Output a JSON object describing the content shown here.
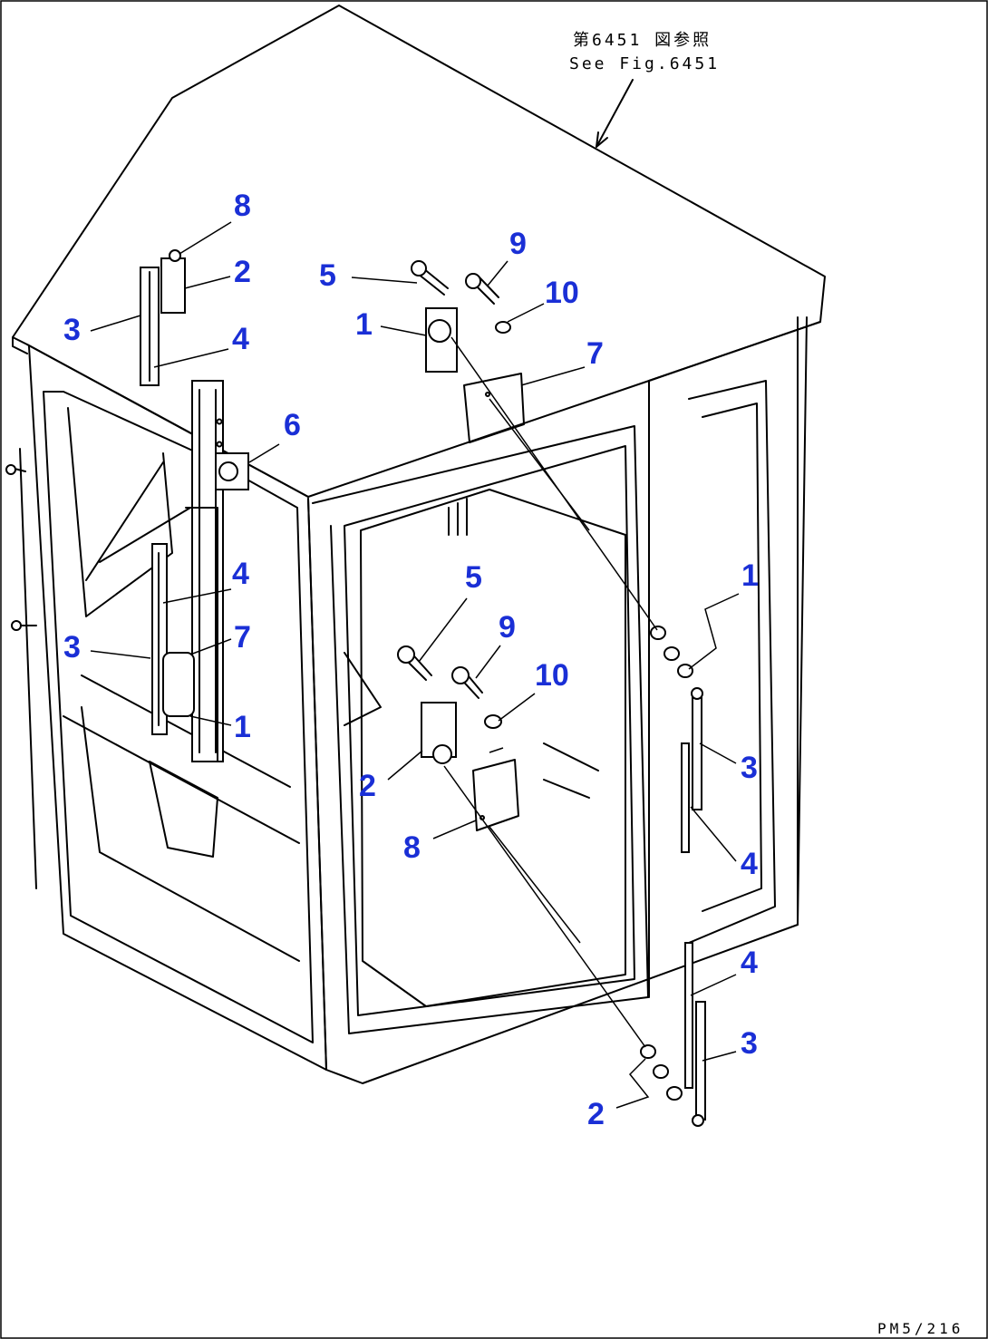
{
  "reference": {
    "line1": "第6451 図参照",
    "line2": "See Fig.6451"
  },
  "page_id": "PM5/216",
  "callouts": {
    "roof_8": "8",
    "roof_2": "2",
    "roof_3": "3",
    "roof_4": "4",
    "roof_5": "5",
    "roof_9": "9",
    "roof_1": "1",
    "roof_10": "10",
    "roof_7": "7",
    "front_6": "6",
    "front_4": "4",
    "front_3": "3",
    "front_7": "7",
    "front_1": "1",
    "center_5": "5",
    "center_9": "9",
    "center_10": "10",
    "center_2": "2",
    "center_8": "8",
    "right_1": "1",
    "right_3a": "3",
    "right_4a": "4",
    "right_4b": "4",
    "right_3b": "3",
    "bottom_2": "2"
  },
  "colors": {
    "callout": "#1a2fd6",
    "line": "#000000",
    "background": "#ffffff"
  }
}
